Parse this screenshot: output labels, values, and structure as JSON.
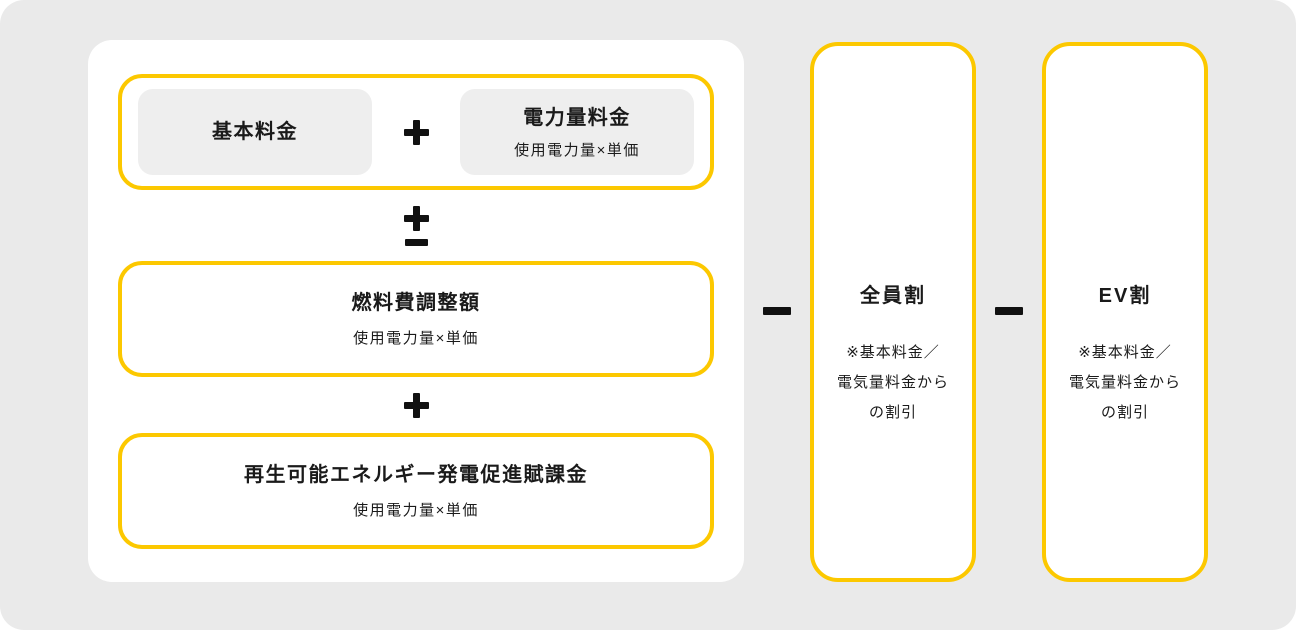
{
  "colors": {
    "page_background": "#EAEAEA",
    "card_background": "#FFFFFF",
    "accent_yellow_border": "#FCC800",
    "inner_box_gray": "#EEEEEE",
    "text": "#1A1A1A"
  },
  "formula": {
    "base_fee_label": "基本料金",
    "energy_fee_label": "電力量料金",
    "energy_fee_sublabel": "使用電力量×単価",
    "fuel_adjustment_label": "燃料費調整額",
    "fuel_adjustment_sublabel": "使用電力量×単価",
    "renewable_levy_label": "再生可能エネルギー発電促進賦課金",
    "renewable_levy_sublabel": "使用電力量×単価"
  },
  "operators": {
    "between_base_and_energy": "plus",
    "after_fee_group": "plus-minus",
    "before_renewable_levy": "plus",
    "before_all_members_discount": "minus",
    "before_ev_discount": "minus"
  },
  "discounts": {
    "all_members": {
      "title": "全員割",
      "note": "※基本料金／\n電気量料金から\nの割引"
    },
    "ev": {
      "title": "EV割",
      "note": "※基本料金／\n電気量料金から\nの割引"
    }
  }
}
